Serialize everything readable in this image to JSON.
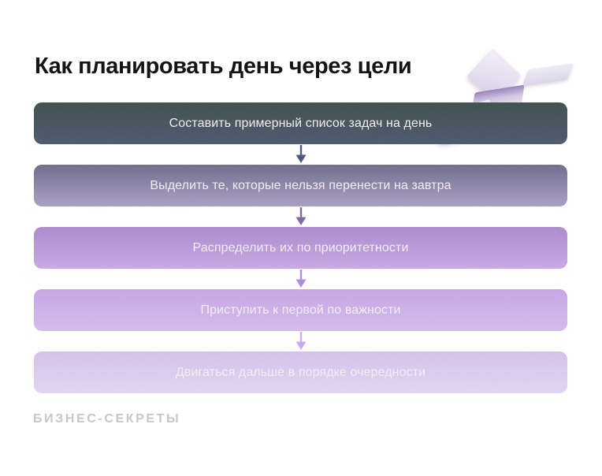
{
  "page": {
    "background": "#ffffff"
  },
  "header": {
    "title": "Как планировать день через цели"
  },
  "steps": [
    {
      "label": "Составить примерный список задач на день",
      "color_top": "#40504c",
      "color_bottom": "#4e586d",
      "arrow_color": "#515b7b"
    },
    {
      "label": "Выделить те, которые нельзя перенести на завтра",
      "color_top": "#6d6a8a",
      "color_bottom": "#a89cc1",
      "arrow_color": "#806ba1"
    },
    {
      "label": "Распределить их по приоритетности",
      "color_top": "#a988cb",
      "color_bottom": "#c5a6e2",
      "arrow_color": "#b58cdb"
    },
    {
      "label": "Приступить к первой по важности",
      "color_top": "#c3a3e3",
      "color_bottom": "#d3baeb",
      "arrow_color": "#caaae9"
    },
    {
      "label": "Двигаться дальше в порядке очередности",
      "color_top": "#d4bfe9",
      "color_bottom": "#e1d3f0",
      "arrow_color": null
    }
  ],
  "footer": {
    "brand": "БИЗНЕС-СЕКРЕТЫ"
  },
  "decor": {
    "illustration": "falling-paper-sheets"
  },
  "text_color_on_bars": "#f1edf4",
  "title_color": "#141414"
}
